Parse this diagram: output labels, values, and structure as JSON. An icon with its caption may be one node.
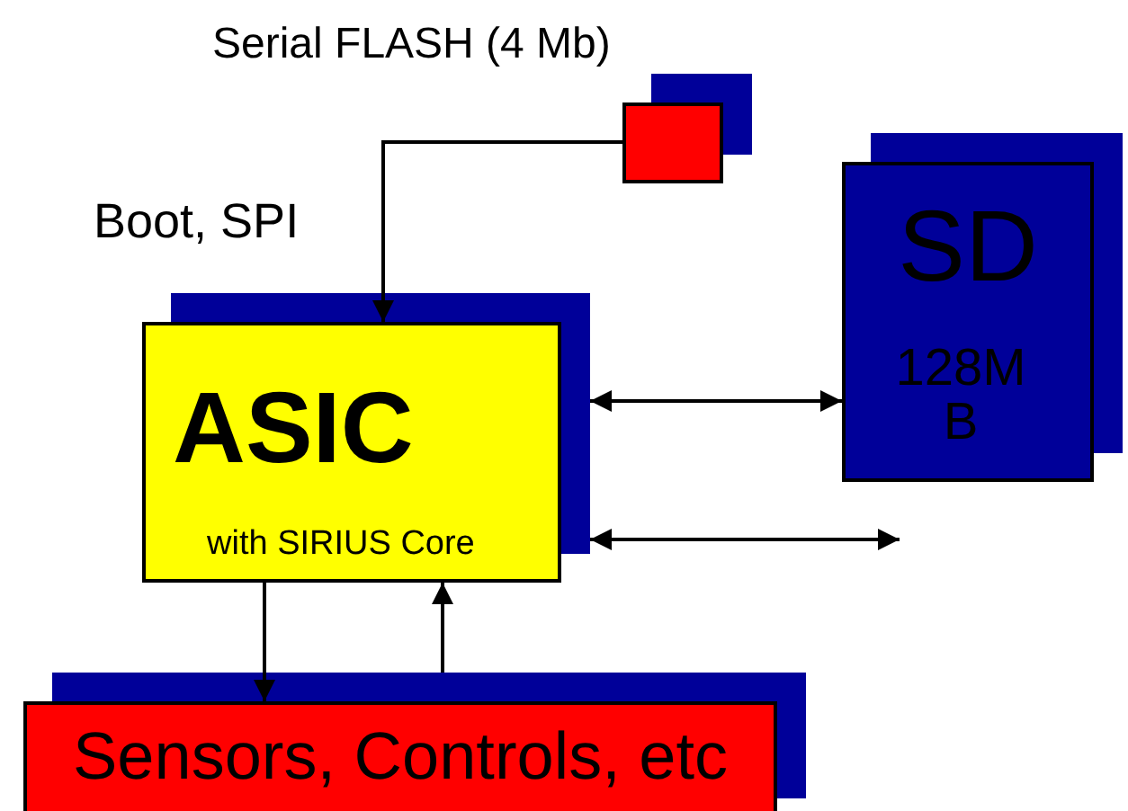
{
  "diagram": {
    "nodes": [
      {
        "text": [
          "Serial FLASH (4 Mb)"
        ]
      },
      {
        "text": [
          "ASIC",
          "with SIRIUS Core"
        ]
      },
      {
        "text": [
          "SD",
          "128MB"
        ]
      },
      {
        "text": [
          "Sensors, Controls, etc"
        ]
      }
    ],
    "edges": [
      {
        "from": 0,
        "to": 1,
        "arrow": "to",
        "label": "Boot, SPI"
      },
      {
        "from": 1,
        "to": 2,
        "arrow": "both"
      },
      {
        "from": 1,
        "to": null,
        "arrow": "both"
      },
      {
        "from": 1,
        "to": 3,
        "arrow": "to"
      },
      {
        "from": 3,
        "to": 1,
        "arrow": "to"
      }
    ]
  }
}
